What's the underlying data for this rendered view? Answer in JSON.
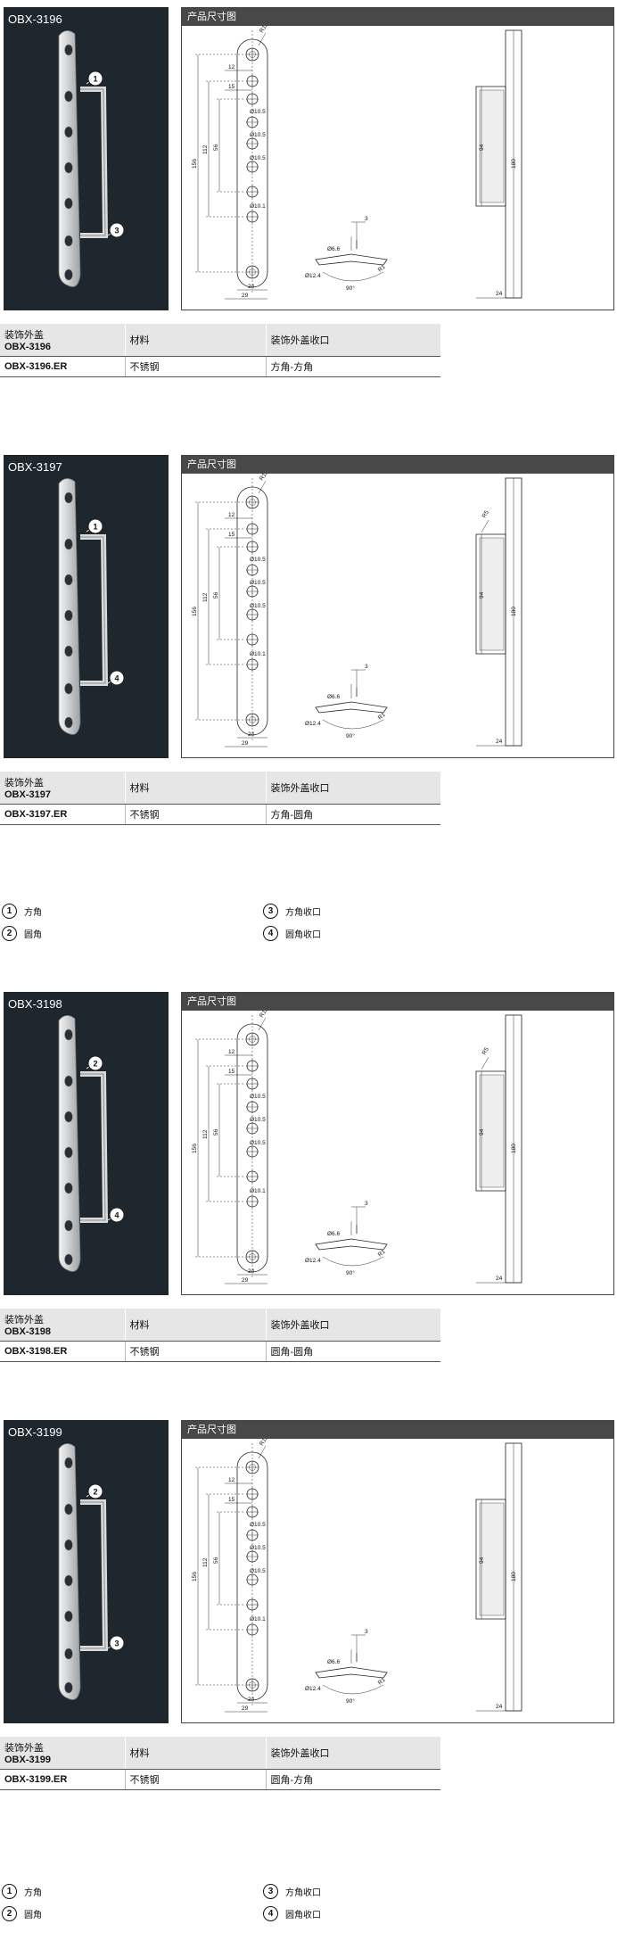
{
  "drawing_header": "产品尺寸图",
  "table_headers": {
    "col1": "装饰外盖",
    "col2": "材料",
    "col3": "装饰外盖收口"
  },
  "products": [
    {
      "model": "OBX-3196",
      "code_er": "OBX-3196.ER",
      "material": "不锈钢",
      "finish": "方角-方角",
      "markers": [
        "1",
        "3"
      ],
      "side_dims": {
        "top": "",
        "height": "180",
        "inner": "94",
        "width": "24"
      }
    },
    {
      "model": "OBX-3197",
      "code_er": "OBX-3197.ER",
      "material": "不锈钢",
      "finish": "方角-圆角",
      "markers": [
        "1",
        "4"
      ],
      "side_dims": {
        "top": "R5",
        "height": "180",
        "inner": "94",
        "width": "24"
      }
    },
    {
      "model": "OBX-3198",
      "code_er": "OBX-3198.ER",
      "material": "不锈钢",
      "finish": "圆角-圆角",
      "markers": [
        "2",
        "4"
      ],
      "side_dims": {
        "top": "R5",
        "height": "180",
        "inner": "94",
        "width": "24"
      }
    },
    {
      "model": "OBX-3199",
      "code_er": "OBX-3199.ER",
      "material": "不锈钢",
      "finish": "圆角-方角",
      "markers": [
        "2",
        "3"
      ],
      "side_dims": {
        "top": "",
        "height": "180",
        "inner": "94",
        "width": "24"
      }
    }
  ],
  "front_dims": {
    "r": "R12",
    "h1": "156",
    "h2": "112",
    "h3": "56",
    "w12": "12",
    "w15": "15",
    "d1": "Ø10.5",
    "d2": "Ø10.5",
    "d3": "Ø10.5",
    "d4": "Ø10.1",
    "w24": "24",
    "w29": "29"
  },
  "detail_dims": {
    "d66": "Ø6.6",
    "d124": "Ø12.4",
    "t3": "3",
    "r1": "R1",
    "ang": "90°"
  },
  "legend": [
    {
      "num": "1",
      "label": "方角"
    },
    {
      "num": "2",
      "label": "圆角"
    },
    {
      "num": "3",
      "label": "方角收口"
    },
    {
      "num": "4",
      "label": "圆角收口"
    }
  ]
}
